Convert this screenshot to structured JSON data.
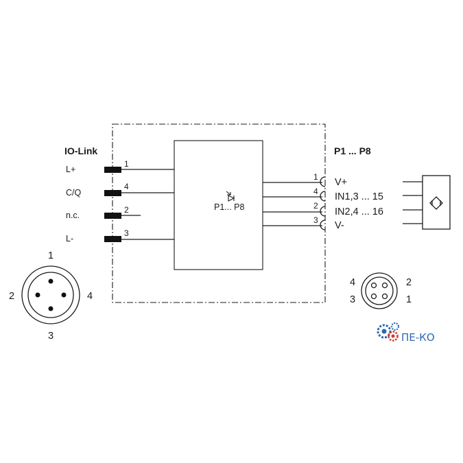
{
  "left_connector": {
    "title": "IO-Link",
    "signals": [
      {
        "label": "L+",
        "pin": "1"
      },
      {
        "label": "C/Q",
        "pin": "4"
      },
      {
        "label": "n.c.",
        "pin": "2"
      },
      {
        "label": "L-",
        "pin": "3"
      }
    ],
    "face_pins": {
      "top": "1",
      "left": "2",
      "right": "4",
      "bottom": "3"
    }
  },
  "module": {
    "label": "P1... P8"
  },
  "right_connector": {
    "title": "P1 ... P8",
    "signals": [
      {
        "pin": "1",
        "label": "V+"
      },
      {
        "pin": "4",
        "label": "IN1,3 ... 15"
      },
      {
        "pin": "2",
        "label": "IN2,4 ... 16"
      },
      {
        "pin": "3",
        "label": "V-"
      }
    ],
    "face_pins": {
      "top_left": "4",
      "top_right": "2",
      "bottom_left": "3",
      "bottom_right": "1"
    }
  },
  "sensor": {
    "icon": "proximity-sensor-icon"
  },
  "logo": {
    "text": "ПЕ-КО",
    "icon": "gears-logo-icon",
    "color": "#2d68b0",
    "accent": "#d23a2a"
  }
}
